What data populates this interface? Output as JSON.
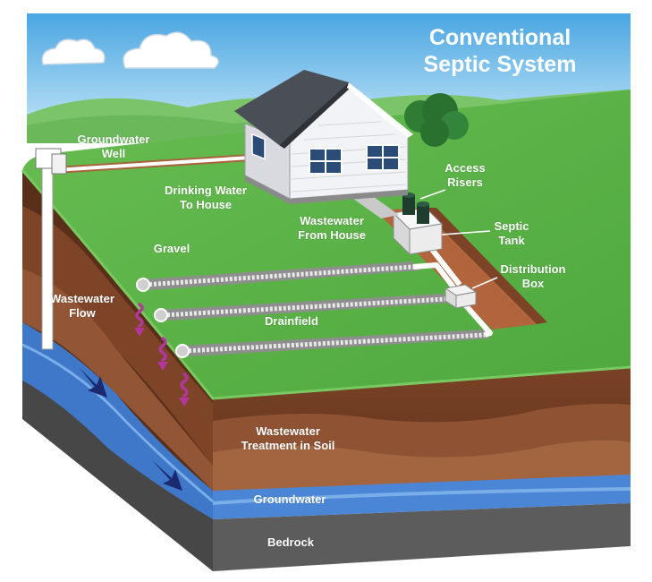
{
  "title": {
    "line1": "Conventional",
    "line2": "Septic System"
  },
  "labels": {
    "groundwater_well": [
      "Groundwater",
      "Well"
    ],
    "drinking_water": [
      "Drinking Water",
      "To House"
    ],
    "access_risers": [
      "Access",
      "Risers"
    ],
    "wastewater_from_house": [
      "Wastewater",
      "From House"
    ],
    "septic_tank": [
      "Septic",
      "Tank"
    ],
    "gravel": "Gravel",
    "distribution_box": [
      "Distribution",
      "Box"
    ],
    "wastewater_flow": [
      "Wastewater",
      "Flow"
    ],
    "drainfield": "Drainfield",
    "wastewater_treatment": [
      "Wastewater",
      "Treatment in Soil"
    ],
    "groundwater": "Groundwater",
    "bedrock": "Bedrock"
  },
  "colors": {
    "sky": "#6fb8e6",
    "lawn": "#5cb14a",
    "soil_dark": "#6b3a22",
    "soil_light": "#9a5e3c",
    "groundwater": "#3f78c8",
    "bedrock": "#5a5a5a",
    "flow_arrow": "#b2379a"
  }
}
